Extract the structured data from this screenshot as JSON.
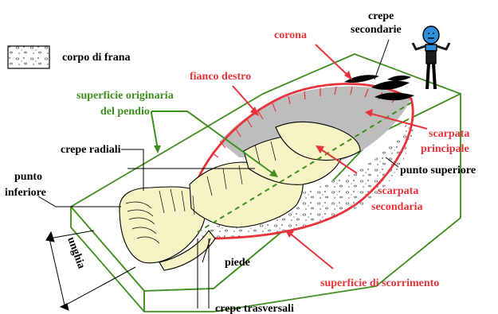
{
  "legend": {
    "label": "corpo di frana",
    "swatch_icon": "speckled-rock-swatch"
  },
  "labels": {
    "crepe_secondarie_line1": "crepe",
    "crepe_secondarie_line2": "secondarie",
    "corona": "corona",
    "fianco_destro": "fianco destro",
    "superficie_originaria_line1": "superficie originaria",
    "superficie_originaria_line2": "del pendio",
    "crepe_radiali": "crepe radiali",
    "scarpata_principale_line1": "scarpata",
    "scarpata_principale_line2": "principale",
    "punto_superiore": "punto superiore",
    "punto_inferiore_line1": "punto",
    "punto_inferiore_line2": "inferiore",
    "scarpata_secondaria_line1": "scarpata",
    "scarpata_secondaria_line2": "secondaria",
    "unghia": "unghia",
    "piede": "piede",
    "superficie_di_scorrimento": "superficie di scorrimento",
    "crepe_trasversali": "crepe trasversali"
  },
  "colors": {
    "red": "#e8333a",
    "green": "#3f8f1f",
    "mass": "#f7f3c4",
    "scarp": "#bdbdbd",
    "figure": "#2f8fd8"
  },
  "icons": {
    "figure": "person-shrugging-icon"
  }
}
